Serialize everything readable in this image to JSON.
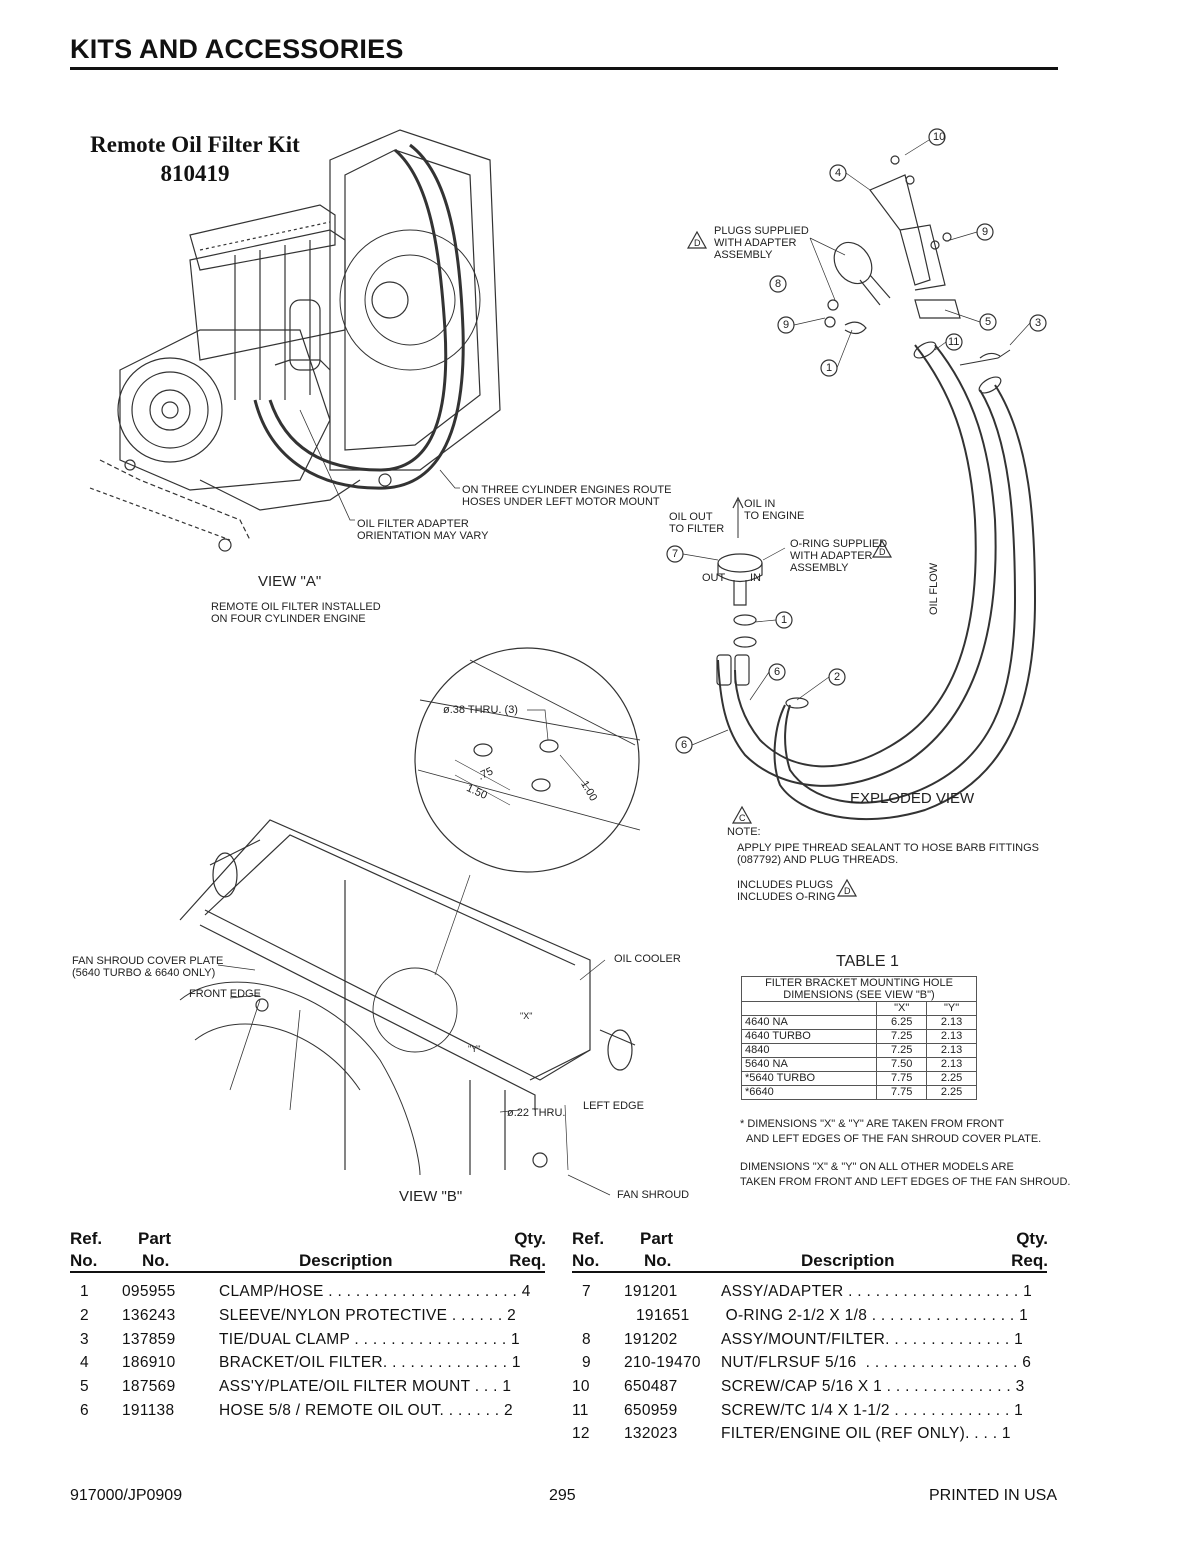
{
  "page": {
    "title": "KITS AND ACCESSORIES",
    "kit_title_line1": "Remote Oil Filter Kit",
    "kit_title_line2": "810419"
  },
  "view_a": {
    "label": "VIEW \"A\"",
    "caption_line1": "REMOTE OIL FILTER INSTALLED",
    "caption_line2": "ON FOUR CYLINDER ENGINE",
    "note_route_line1": "ON THREE CYLINDER ENGINES ROUTE",
    "note_route_line2": "HOSES UNDER LEFT MOTOR MOUNT",
    "note_adapter_line1": "OIL FILTER ADAPTER",
    "note_adapter_line2": "ORIENTATION MAY VARY"
  },
  "exploded": {
    "label": "EXPLODED VIEW",
    "plugs_line1": "PLUGS SUPPLIED",
    "plugs_line2": "WITH ADAPTER",
    "plugs_line3": "ASSEMBLY",
    "oil_out_line1": "OIL OUT",
    "oil_out_line2": "TO FILTER",
    "oil_in_line1": "OIL IN",
    "oil_in_line2": "TO ENGINE",
    "oring_line1": "O-RING SUPPLIED",
    "oring_line2": "WITH ADAPTER",
    "oring_line3": "ASSEMBLY",
    "out": "OUT",
    "in": "IN",
    "oil_flow": "OIL FLOW",
    "callouts": [
      "10",
      "4",
      "9",
      "8",
      "9",
      "5",
      "3",
      "1",
      "11",
      "7",
      "1",
      "6",
      "2",
      "6"
    ],
    "flag_d": "D",
    "flag_c": "C"
  },
  "notes": {
    "note_label": "NOTE:",
    "note_line1": "APPLY PIPE THREAD SEALANT TO HOSE BARB FITTINGS",
    "note_line2": "(087792) AND PLUG THREADS.",
    "includes_line1": "INCLUDES PLUGS",
    "includes_line2": "INCLUDES O-RING"
  },
  "view_b": {
    "label": "VIEW \"B\"",
    "hole_note": "ø.38 THRU. (3)",
    "dim_75": ".75",
    "dim_150": "1.50",
    "dim_100": "1.00",
    "fan_shroud_plate_line1": "FAN SHROUD COVER PLATE",
    "fan_shroud_plate_line2": "(5640 TURBO & 6640 ONLY)",
    "front_edge": "FRONT EDGE",
    "oil_cooler": "OIL COOLER",
    "left_edge": "LEFT EDGE",
    "hole_22": "ø.22 THRU.",
    "fan_shroud": "FAN SHROUD",
    "dim_x": "\"X\"",
    "dim_y": "\"Y\""
  },
  "table1": {
    "title": "TABLE 1",
    "header_line1": "FILTER BRACKET MOUNTING HOLE",
    "header_line2": "DIMENSIONS (SEE VIEW \"B\")",
    "col_x": "\"X\"",
    "col_y": "\"Y\"",
    "rows": [
      {
        "model": "4640 NA",
        "x": "6.25",
        "y": "2.13"
      },
      {
        "model": "4640 TURBO",
        "x": "7.25",
        "y": "2.13"
      },
      {
        "model": "4840",
        "x": "7.25",
        "y": "2.13"
      },
      {
        "model": "5640 NA",
        "x": "7.50",
        "y": "2.13"
      },
      {
        "model": "*5640 TURBO",
        "x": "7.75",
        "y": "2.25"
      },
      {
        "model": "*6640",
        "x": "7.75",
        "y": "2.25"
      }
    ],
    "footnote1_line1": "* DIMENSIONS \"X\" & \"Y\" ARE TAKEN FROM FRONT",
    "footnote1_line2": "AND LEFT EDGES OF THE FAN SHROUD COVER PLATE.",
    "footnote2_line1": "DIMENSIONS \"X\" & \"Y\" ON ALL OTHER MODELS ARE",
    "footnote2_line2": "TAKEN FROM FRONT AND LEFT EDGES OF THE FAN SHROUD."
  },
  "parts_header": {
    "ref_line1": "Ref.",
    "ref_line2": "No.",
    "part_line1": "Part",
    "part_line2": "No.",
    "description": "Description",
    "qty_line1": "Qty.",
    "qty_line2": "Req."
  },
  "parts_left": [
    {
      "ref": "1",
      "part": "095955",
      "desc": "CLAMP/HOSE . . . . . . . . . . . . . . . . . . . . . 4"
    },
    {
      "ref": "2",
      "part": "136243",
      "desc": "SLEEVE/NYLON PROTECTIVE . . . . . . 2"
    },
    {
      "ref": "3",
      "part": "137859",
      "desc": "TIE/DUAL CLAMP . . . . . . . . . . . . . . . . . 1"
    },
    {
      "ref": "4",
      "part": "186910",
      "desc": "BRACKET/OIL FILTER. . . . . . . . . . . . . . 1"
    },
    {
      "ref": "5",
      "part": "187569",
      "desc": "ASS'Y/PLATE/OIL FILTER MOUNT . . . 1"
    },
    {
      "ref": "6",
      "part": "191138",
      "desc": "HOSE 5/8 / REMOTE OIL OUT. . . . . . . 2"
    }
  ],
  "parts_right": [
    {
      "ref": "7",
      "part": "191201",
      "desc": "ASSY/ADAPTER . . . . . . . . . . . . . . . . . . . 1"
    },
    {
      "ref": "",
      "part": "191651",
      "desc": " O-RING 2-1/2 X 1/8 . . . . . . . . . . . . . . . . 1"
    },
    {
      "ref": "8",
      "part": "191202",
      "desc": "ASSY/MOUNT/FILTER. . . . . . . . . . . . . . 1"
    },
    {
      "ref": "9",
      "part": "210-19470",
      "desc": "NUT/FLRSUF 5/16  . . . . . . . . . . . . . . . . . 6"
    },
    {
      "ref": "10",
      "part": "650487",
      "desc": "SCREW/CAP 5/16 X 1 . . . . . . . . . . . . . . 3"
    },
    {
      "ref": "11",
      "part": "650959",
      "desc": "SCREW/TC 1/4 X 1-1/2 . . . . . . . . . . . . . 1"
    },
    {
      "ref": "12",
      "part": "132023",
      "desc": "FILTER/ENGINE OIL (REF ONLY). . . . 1"
    }
  ],
  "footer": {
    "doc_number": "917000/JP0909",
    "page_number": "295",
    "printed": "PRINTED IN USA"
  }
}
